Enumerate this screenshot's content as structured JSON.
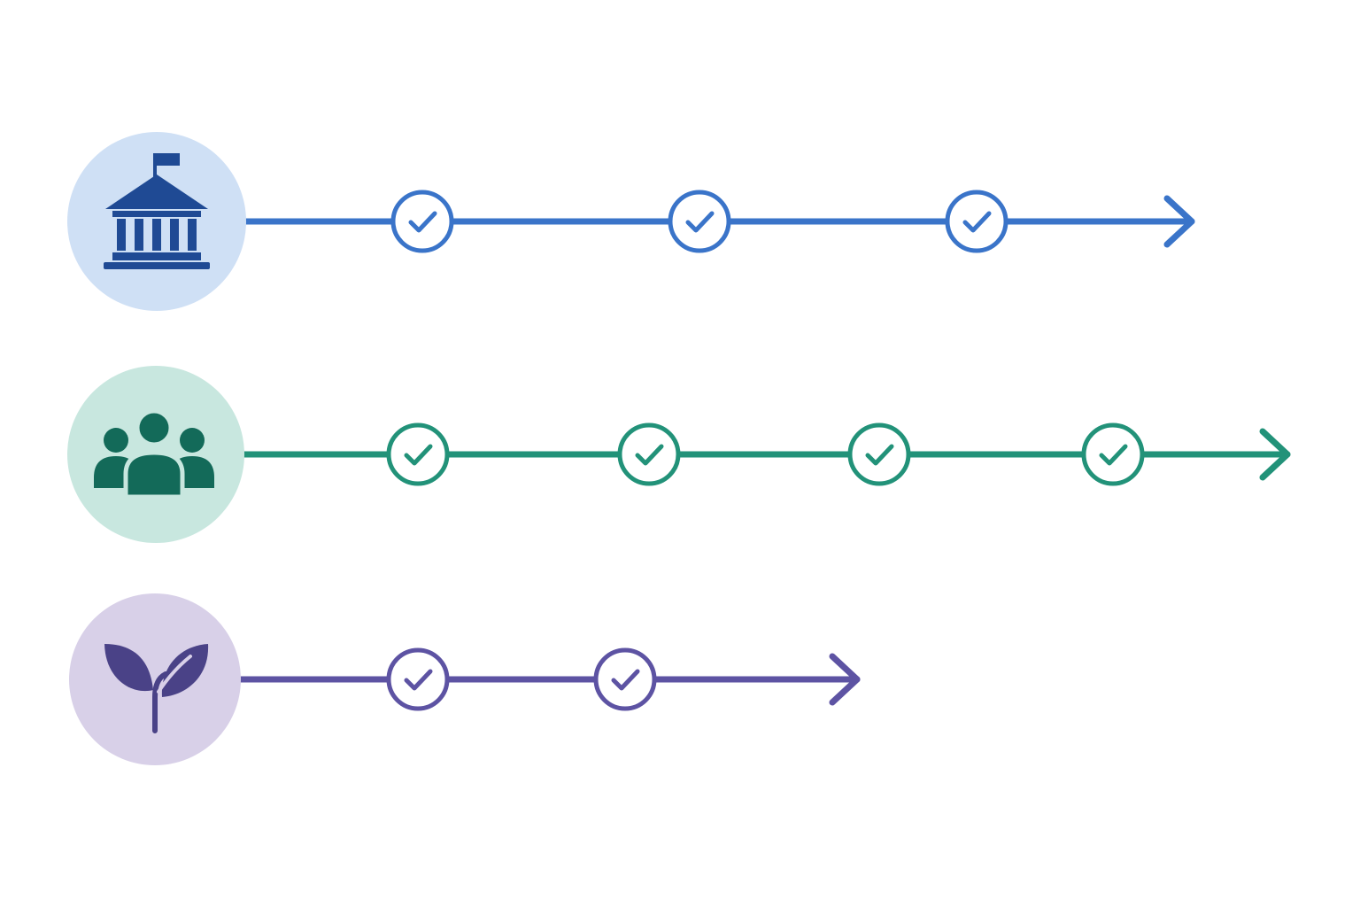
{
  "colors": {
    "background": "#ffffff"
  },
  "tracks": [
    {
      "id": "government",
      "icon": "government-building-icon",
      "color": "#3a74c9",
      "icon_color": "#1f4a94",
      "circle_fill": "#cfe0f5",
      "milestones_completed": 3
    },
    {
      "id": "community",
      "icon": "people-group-icon",
      "color": "#229279",
      "icon_color": "#136a59",
      "circle_fill": "#c8e7df",
      "milestones_completed": 4
    },
    {
      "id": "environment",
      "icon": "sprout-leaf-icon",
      "color": "#5d53a3",
      "icon_color": "#4a4287",
      "circle_fill": "#d8d0e8",
      "milestones_completed": 2
    }
  ]
}
